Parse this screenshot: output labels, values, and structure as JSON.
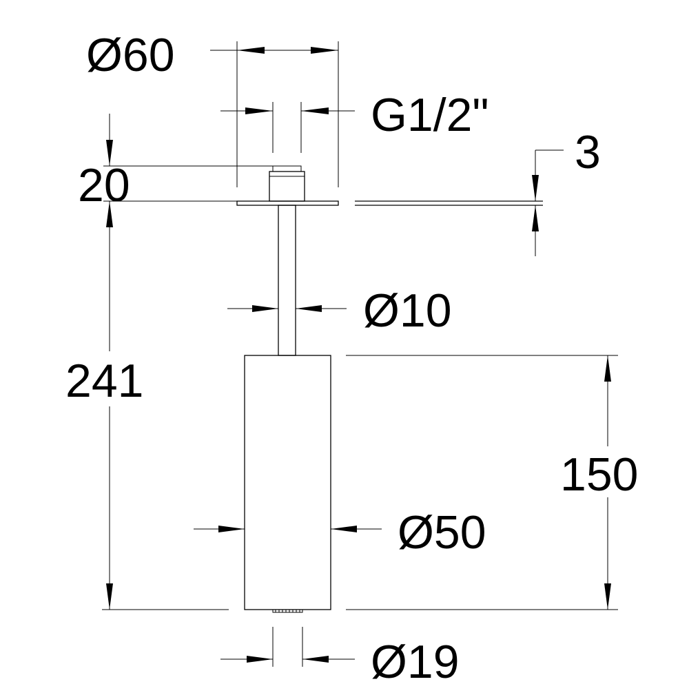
{
  "dimensions": {
    "flange_diameter": "Ø60",
    "thread": "G1/2\"",
    "thread_height": "20",
    "flange_thickness": "3",
    "tube_diameter": "Ø10",
    "overall_height": "241",
    "body_height": "150",
    "body_diameter": "Ø50",
    "nozzle_diameter": "Ø19"
  }
}
